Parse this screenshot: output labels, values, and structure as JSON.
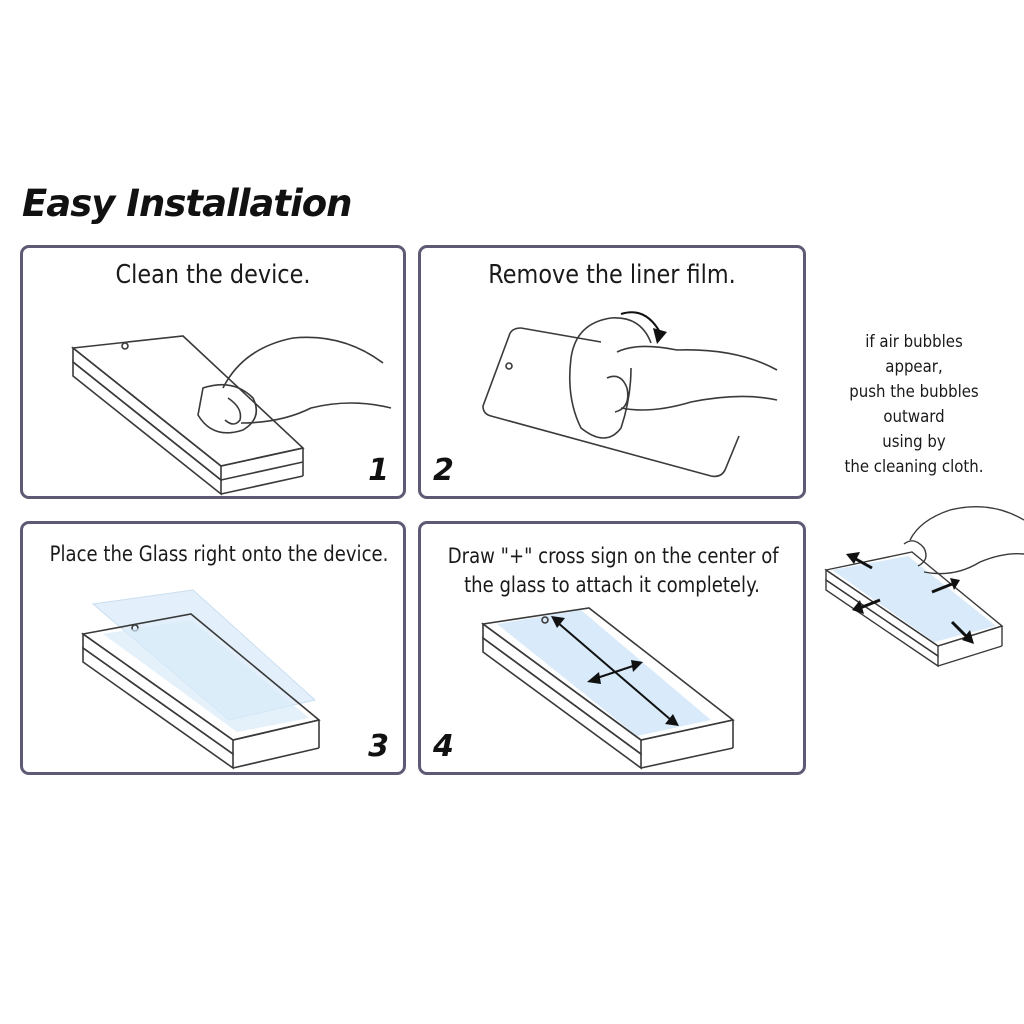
{
  "title": "Easy Installation",
  "steps": [
    {
      "number": "1",
      "caption": "Clean the device."
    },
    {
      "number": "2",
      "caption": "Remove the liner film."
    },
    {
      "number": "3",
      "caption": "Place the Glass right onto the device."
    },
    {
      "number": "4",
      "caption_lines": [
        "Draw \"+\" cross sign on the center of",
        "the glass  to attach it  completely."
      ]
    }
  ],
  "side_note": {
    "lines": [
      "if air bubbles",
      "appear,",
      "push the bubbles",
      "outward",
      "using by",
      "the cleaning cloth."
    ]
  },
  "colors": {
    "panel_border": "#5e5a75",
    "glass_tint": "#d9ebfa",
    "line_art": "#3a3a3a"
  }
}
